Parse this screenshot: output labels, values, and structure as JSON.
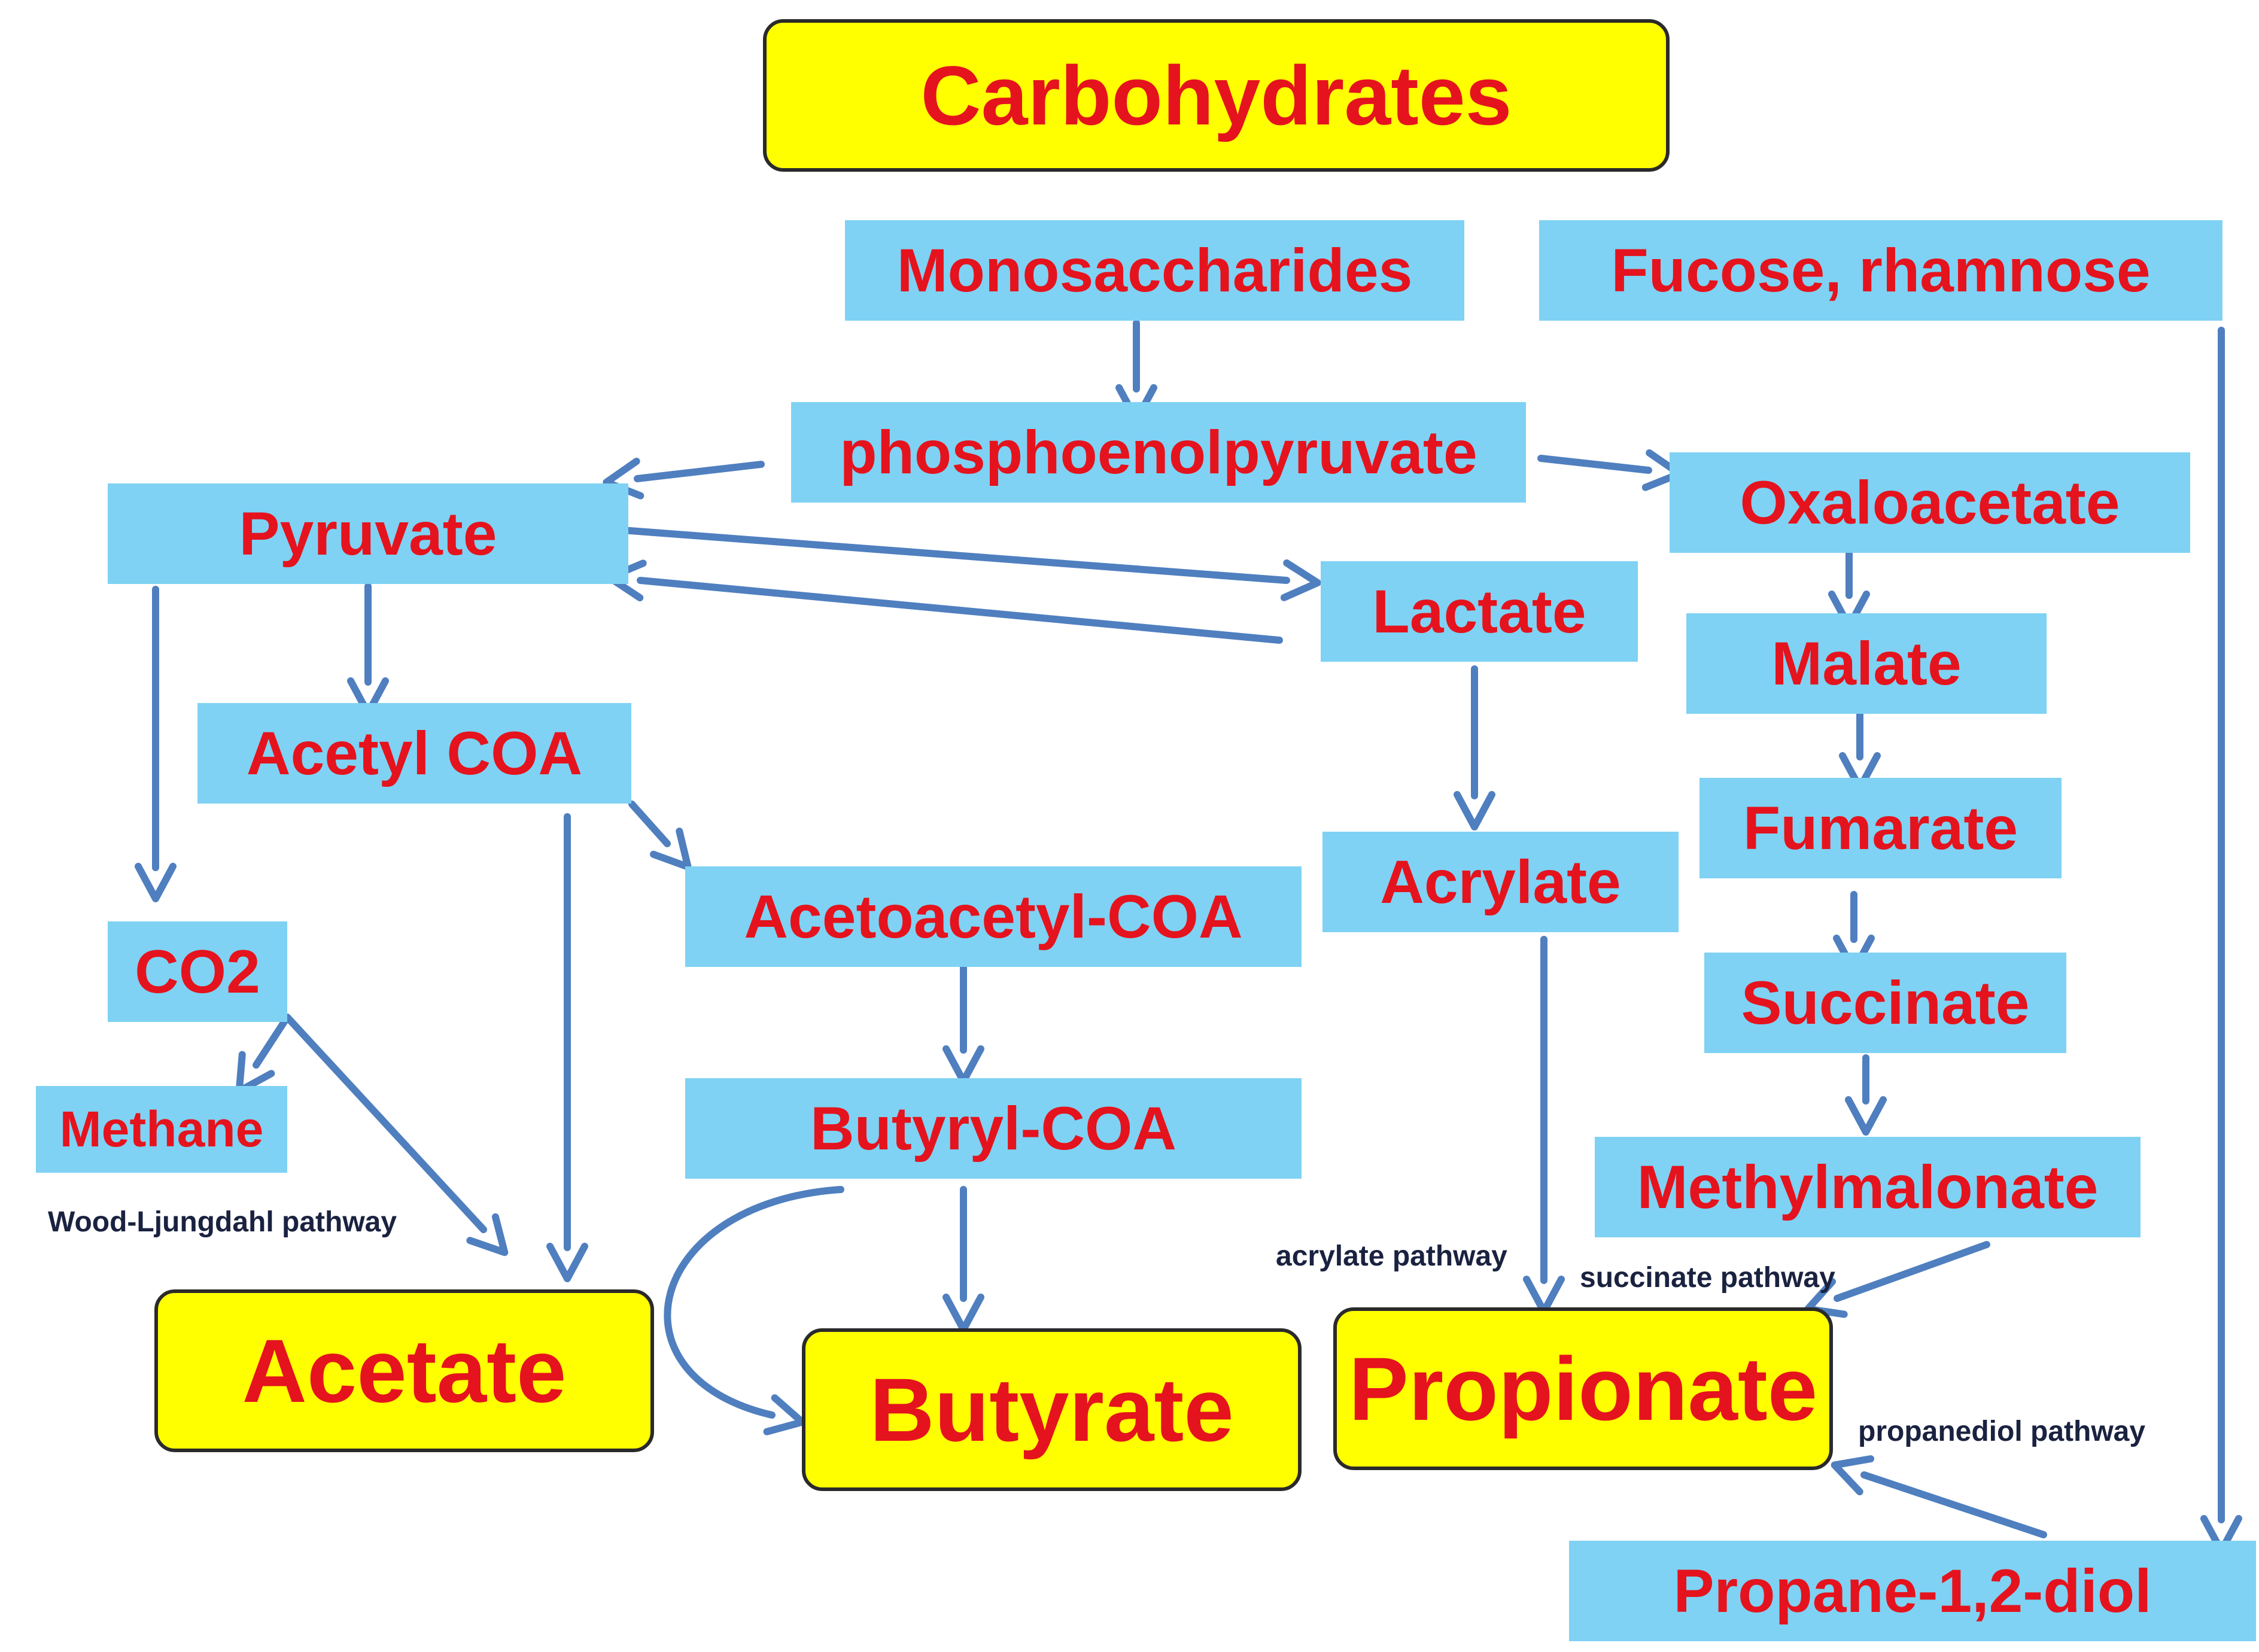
{
  "nodes": {
    "carbohydrates": "Carbohydrates",
    "monosaccharides": "Monosaccharides",
    "fucose": "Fucose, rhamnose",
    "pep": "phosphoenolpyruvate",
    "pyruvate": "Pyruvate",
    "oxaloacetate": "Oxaloacetate",
    "lactate": "Lactate",
    "malate": "Malate",
    "acetylcoa": "Acetyl COA",
    "fumarate": "Fumarate",
    "acetoacetylcoa": "Acetoacetyl-COA",
    "acrylate": "Acrylate",
    "co2": "CO2",
    "succinate": "Succinate",
    "methane": "Methane",
    "butyrylcoa": "Butyryl-COA",
    "methylmalonate": "Methylmalonate",
    "acetate": "Acetate",
    "butyrate": "Butyrate",
    "propionate": "Propionate",
    "propanediol": "Propane-1,2-diol"
  },
  "labels": {
    "wood": "Wood-Ljungdahl pathway",
    "acrylate_pathway": "acrylate pathway",
    "succinate_pathway": "succinate pathway",
    "propanediol_pathway": "propanediol pathway"
  },
  "colors": {
    "box_fill": "#7fd2f3",
    "product_fill": "#ffff00",
    "text": "#e5131d",
    "arrow": "#4f7fbf",
    "label_text": "#1a2240"
  }
}
